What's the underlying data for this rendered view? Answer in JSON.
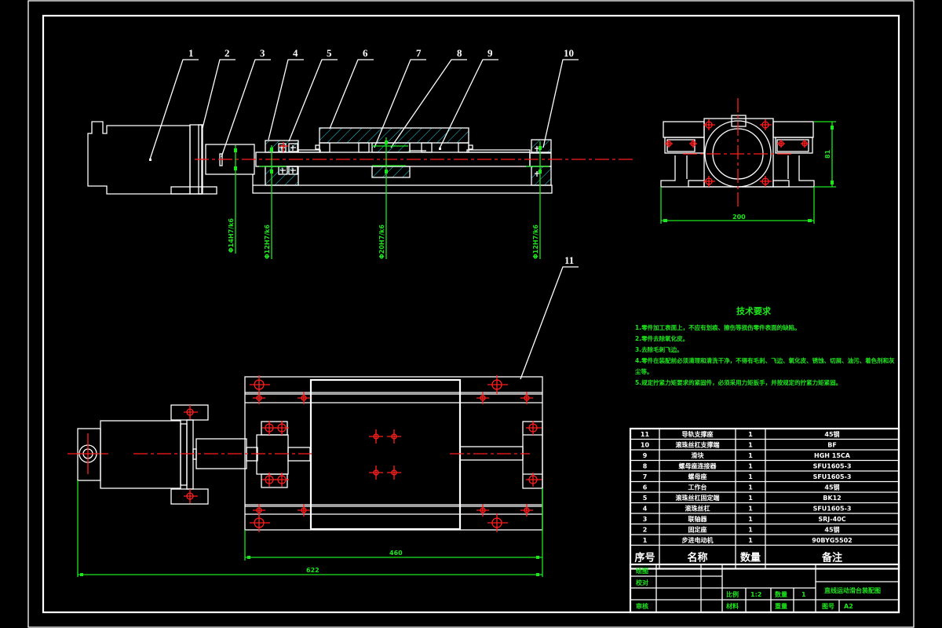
{
  "drawing": {
    "title": "直线运动滑台装配图",
    "colors": {
      "background": "#000000",
      "outline": "#ffffff",
      "centerline": "#ff1e1e",
      "dimension": "#1de61d",
      "hatch": "#19d6e6"
    }
  },
  "front_view": {
    "part_labels": [
      "1",
      "2",
      "3",
      "4",
      "5",
      "6",
      "7",
      "8",
      "9",
      "10"
    ],
    "fit_callouts": [
      "Φ14H7/k6",
      "Φ12H7/k6",
      "Φ20H7/k6",
      "Φ12H7/k6"
    ]
  },
  "side_view": {
    "width_dim": "200",
    "height_dim": "81"
  },
  "top_view": {
    "part_label": "11",
    "length_dim_inner": "460",
    "length_dim_overall": "622"
  },
  "requirements": {
    "title": "技术要求",
    "lines": [
      "1.零件加工表面上，不应有划痕、擦伤等损伤零件表面的缺陷。",
      "2.零件去除氧化皮。",
      "3.去除毛刺飞边。",
      "4.零件在装配前必须清理和清洗干净，不得有毛刺、飞边、氧化皮、锈蚀、切屑、油污、着色剂和灰",
      "尘等。",
      "5.规定拧紧力矩要求的紧固件，必须采用力矩扳手，并按规定的拧紧力矩紧固。"
    ]
  },
  "bom": {
    "headers": {
      "no": "序号",
      "name": "名称",
      "qty": "数量",
      "note": "备注"
    },
    "rows": [
      {
        "no": "11",
        "name": "导轨支撑座",
        "qty": "1",
        "note": "45钢"
      },
      {
        "no": "10",
        "name": "滚珠丝杠支撑端",
        "qty": "1",
        "note": "BF"
      },
      {
        "no": "9",
        "name": "滑块",
        "qty": "1",
        "note": "HGH 15CA"
      },
      {
        "no": "8",
        "name": "螺母座连接器",
        "qty": "1",
        "note": "SFU1605-3"
      },
      {
        "no": "7",
        "name": "螺母座",
        "qty": "1",
        "note": "SFU1605-3"
      },
      {
        "no": "6",
        "name": "工作台",
        "qty": "1",
        "note": "45钢"
      },
      {
        "no": "5",
        "name": "滚珠丝杠固定端",
        "qty": "1",
        "note": "BK12"
      },
      {
        "no": "4",
        "name": "滚珠丝杠",
        "qty": "1",
        "note": "SFU1605-3"
      },
      {
        "no": "3",
        "name": "联轴器",
        "qty": "1",
        "note": "SRJ-40C"
      },
      {
        "no": "2",
        "name": "固定座",
        "qty": "1",
        "note": "45钢"
      },
      {
        "no": "1",
        "name": "步进电动机",
        "qty": "1",
        "note": "90BYG5502"
      }
    ]
  },
  "title_block": {
    "drawn_label": "绘图",
    "checked_label": "校对",
    "approved_label": "审核",
    "scale_label": "比例",
    "scale_value": "1:2",
    "qty_label": "数量",
    "qty_value": "1",
    "material_label": "材料",
    "weight_label": "重量",
    "sheet_label": "图号",
    "sheet_value": "A2",
    "drawing_name": "直线运动滑台装配图"
  }
}
